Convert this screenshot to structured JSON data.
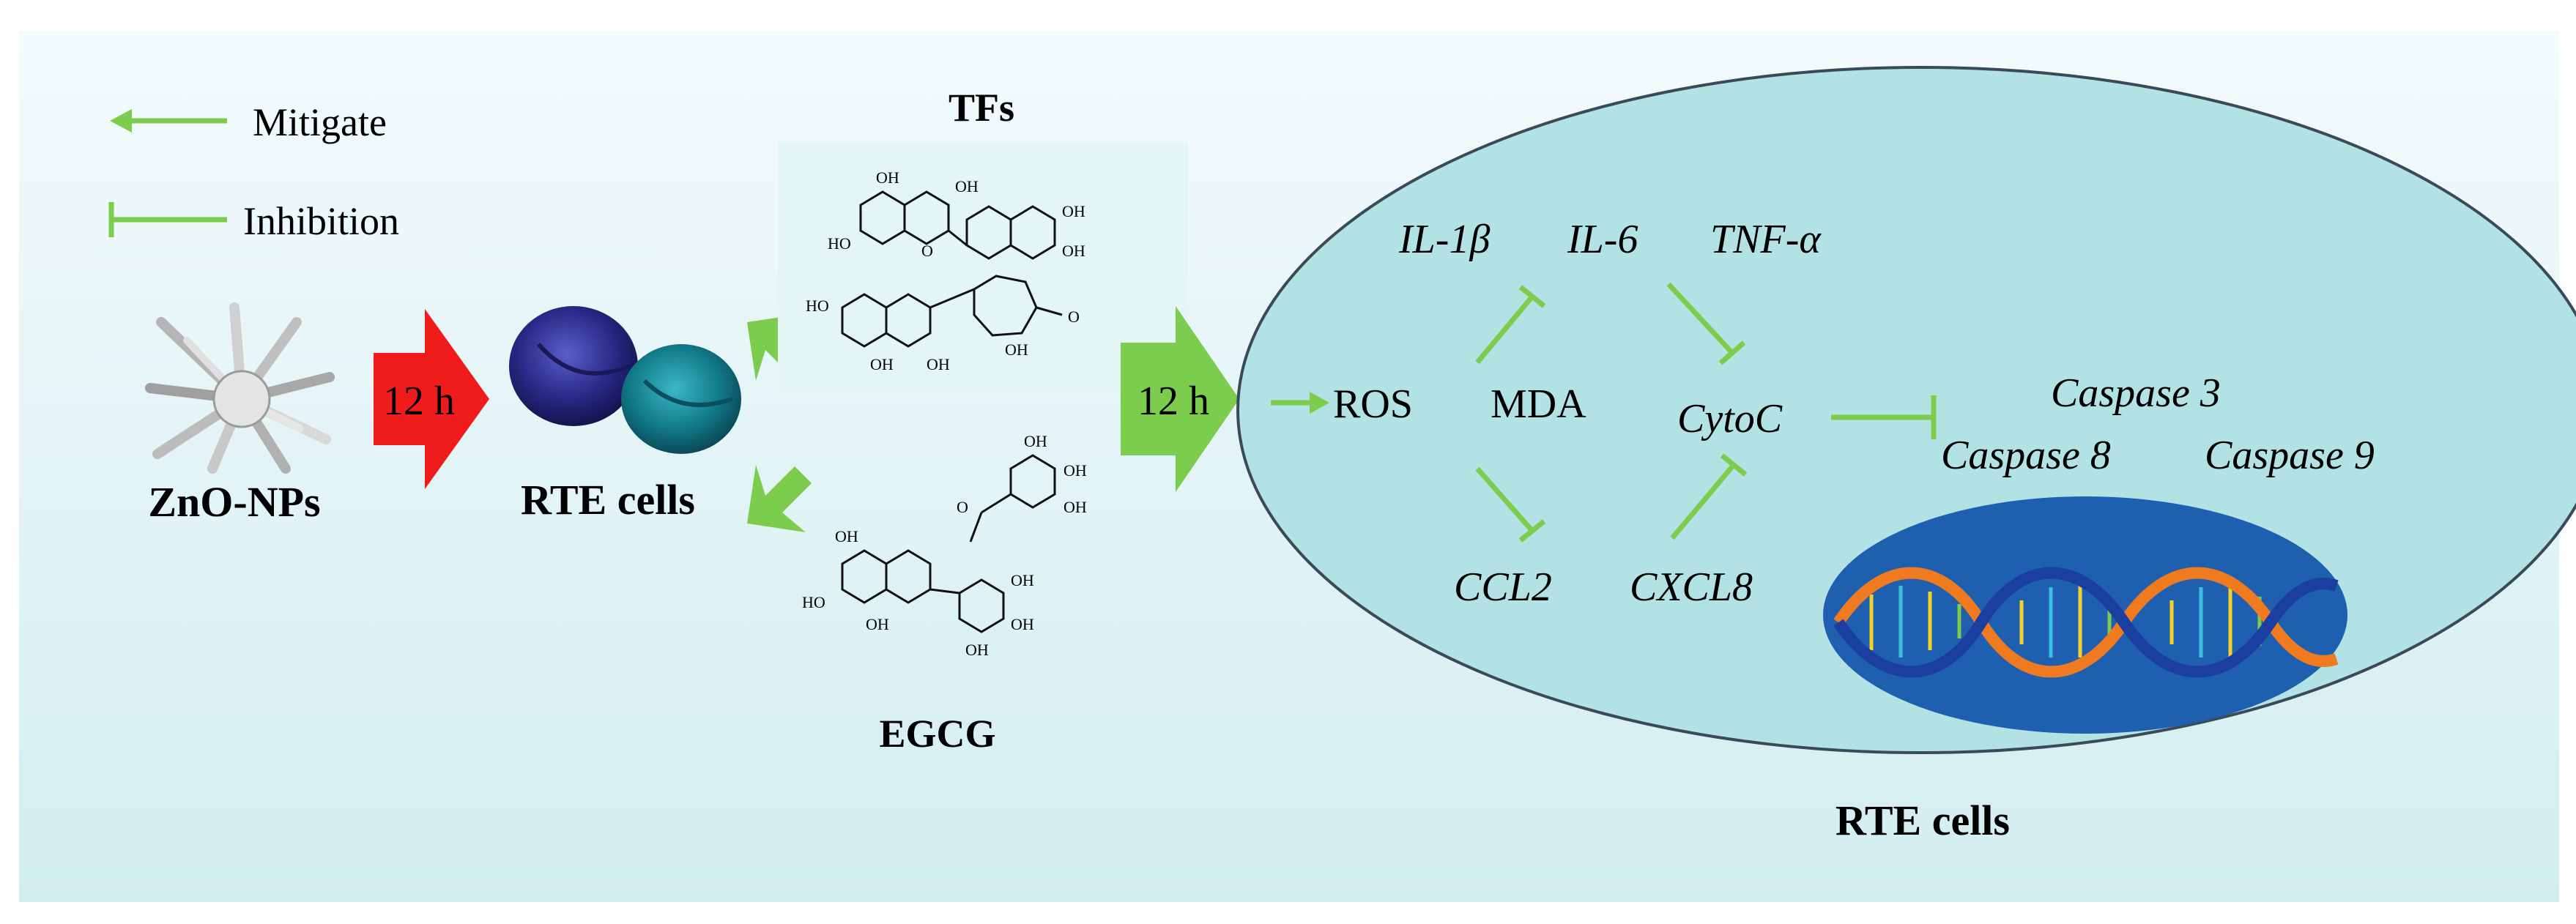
{
  "legend": {
    "mitigate_label": "Mitigate",
    "inhibition_label": "Inhibition"
  },
  "inputs": {
    "nanoparticle_label": "ZnO-NPs",
    "duration_1": "12 h",
    "cells_label": "RTE cells",
    "duration_2": "12 h"
  },
  "compounds": {
    "tfs_label": "TFs",
    "egcg_label": "EGCG",
    "oh": "OH",
    "ho": "HO",
    "o": "O"
  },
  "pathway": {
    "ros": "ROS",
    "mda": "MDA",
    "il1b": "IL-1β",
    "il6": "IL-6",
    "tnfa": "TNF-α",
    "cytoc": "CytoC",
    "ccl2": "CCL2",
    "cxcl8": "CXCL8",
    "casp3": "Caspase 3",
    "casp8": "Caspase 8",
    "casp9": "Caspase 9",
    "cell_label": "RTE cells"
  },
  "colors": {
    "panel_top": "#f4fbfc",
    "panel_bottom": "#d2edf0",
    "cell_fill": "#b2e2e3",
    "green_arrow": "#7ccc4e",
    "red_arrow": "#f01c1c",
    "nucleus": "#1f5fb0",
    "dna_orange": "#f07a20",
    "dna_blue": "#1a3fa0"
  }
}
